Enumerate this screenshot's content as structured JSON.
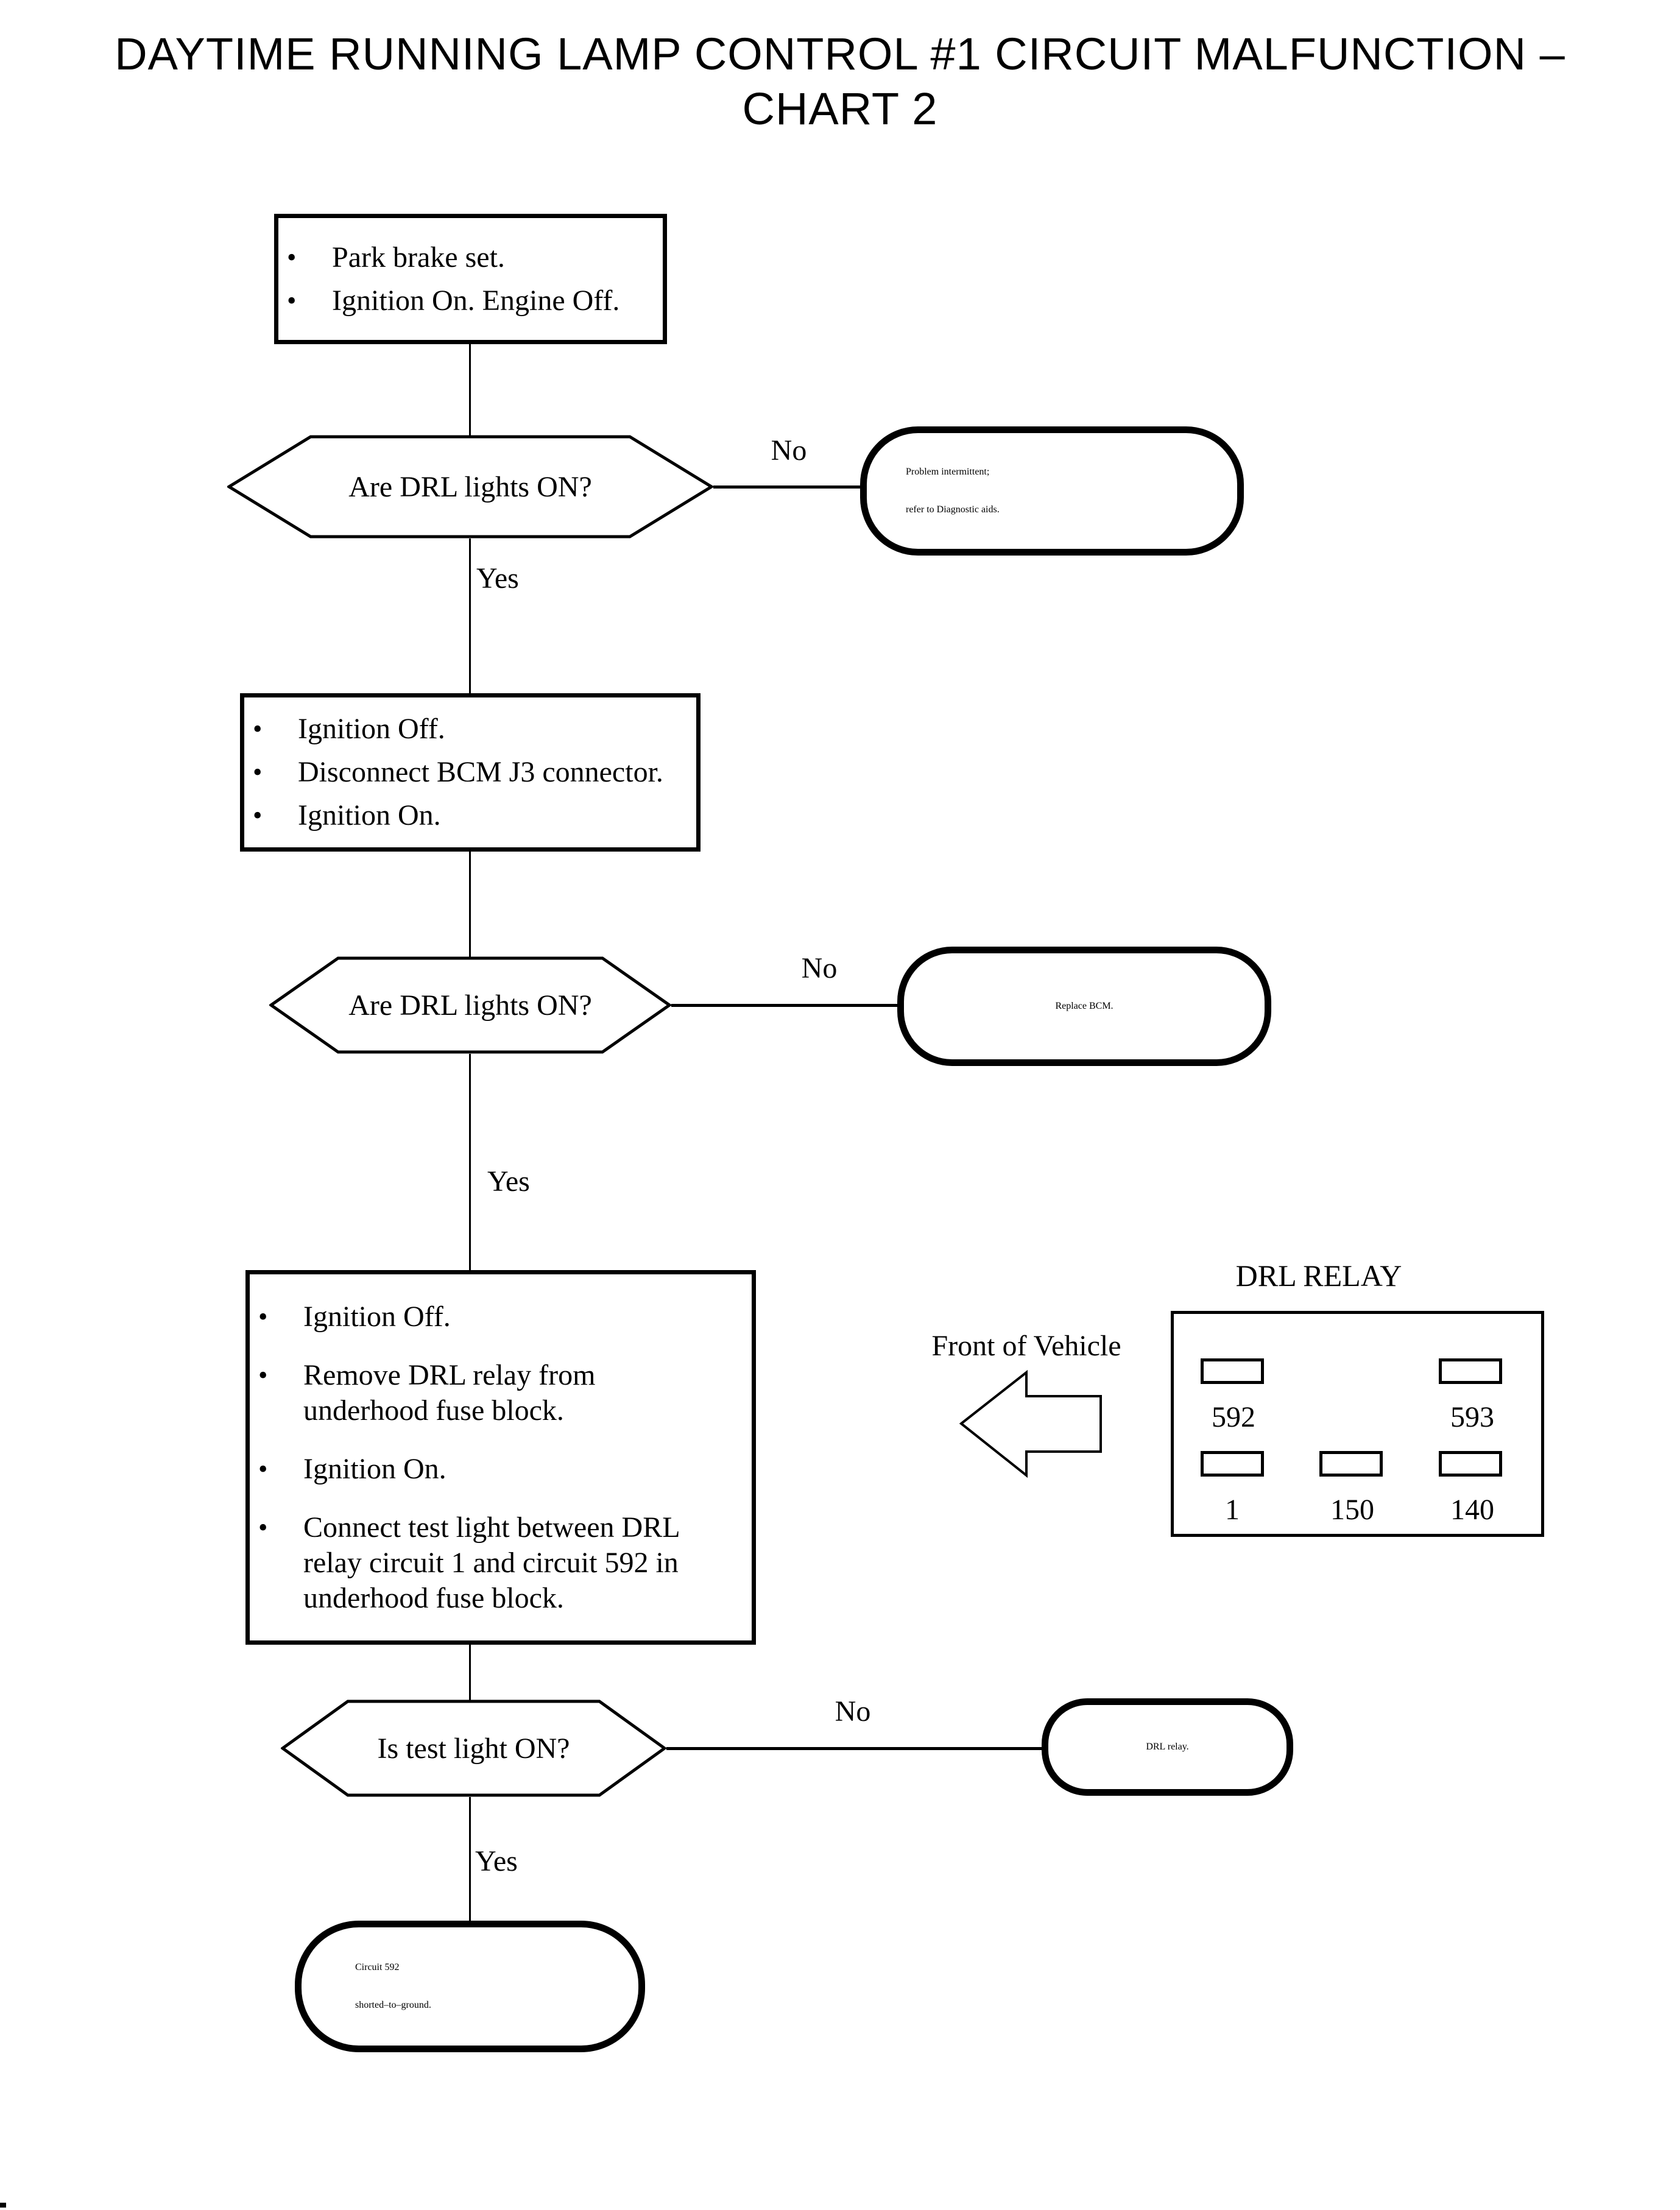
{
  "title": {
    "line1": "DAYTIME RUNNING LAMP CONTROL #1 CIRCUIT MALFUNCTION –",
    "line2": "CHART 2"
  },
  "flow": {
    "step1": {
      "bullets": [
        {
          "lines": [
            "Park brake set."
          ]
        },
        {
          "lines": [
            "Ignition On. Engine Off."
          ]
        }
      ]
    },
    "decision1": {
      "question": "Are DRL lights ON?",
      "no_label": "No",
      "yes_label": "Yes"
    },
    "result1": {
      "lines": [
        "Problem intermittent;",
        "refer to Diagnostic aids."
      ]
    },
    "step2": {
      "bullets": [
        {
          "lines": [
            "Ignition Off."
          ]
        },
        {
          "lines": [
            "Disconnect BCM J3 connector."
          ]
        },
        {
          "lines": [
            "Ignition On."
          ]
        }
      ]
    },
    "decision2": {
      "question": "Are DRL lights ON?",
      "no_label": "No",
      "yes_label": "Yes"
    },
    "result2": {
      "lines": [
        "Replace BCM."
      ]
    },
    "step3": {
      "bullets": [
        {
          "lines": [
            "Ignition Off."
          ]
        },
        {
          "lines": [
            "Remove DRL relay from",
            "underhood fuse block."
          ]
        },
        {
          "lines": [
            "Ignition On."
          ]
        },
        {
          "lines": [
            "Connect test light between DRL",
            "relay circuit 1 and circuit 592 in",
            "underhood fuse block."
          ]
        }
      ]
    },
    "decision3": {
      "question": "Is test light ON?",
      "no_label": "No",
      "yes_label": "Yes"
    },
    "result3": {
      "lines": [
        "DRL relay."
      ]
    },
    "terminal": {
      "lines": [
        "Circuit 592",
        "shorted–to–ground."
      ]
    }
  },
  "relay": {
    "title": "DRL RELAY",
    "front_label": "Front of Vehicle",
    "top_pin_labels": [
      "592",
      "593"
    ],
    "bottom_pin_labels": [
      "1",
      "150",
      "140"
    ]
  },
  "bullet_glyph": "•",
  "colors": {
    "ink": "#000000",
    "background": "#ffffff"
  }
}
